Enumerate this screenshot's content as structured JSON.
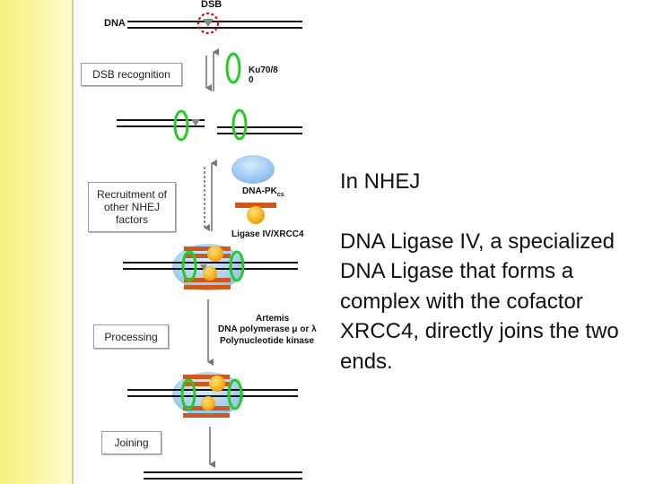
{
  "diagram": {
    "labels": {
      "dsb": "DSB",
      "dna": "DNA",
      "ku": "Ku70/8\n0",
      "dnapk": "DNA-PK",
      "dnapk_sub": "cs",
      "ligase": "Ligase IV/XRCC4",
      "artemis": "Artemis",
      "polymerase": "DNA polymerase μ or λ",
      "pnk": "Polynucleotide kinase"
    },
    "stages": {
      "recognition": "DSB recognition",
      "recruitment": "Recruitment of other NHEJ factors",
      "processing": "Processing",
      "joining": "Joining"
    },
    "colors": {
      "ku_ring": "#22cc22",
      "dnapk_blob": "#8fc3ee",
      "ligase_bar": "#cc5a1e",
      "xrcc4_ball": "#f5b000",
      "dsb_circle": "#cc1111"
    }
  },
  "text": {
    "heading": "In NHEJ",
    "body": "DNA Ligase IV, a specialized DNA Ligase that forms a complex with the cofactor XRCC4, directly joins the two ends."
  }
}
